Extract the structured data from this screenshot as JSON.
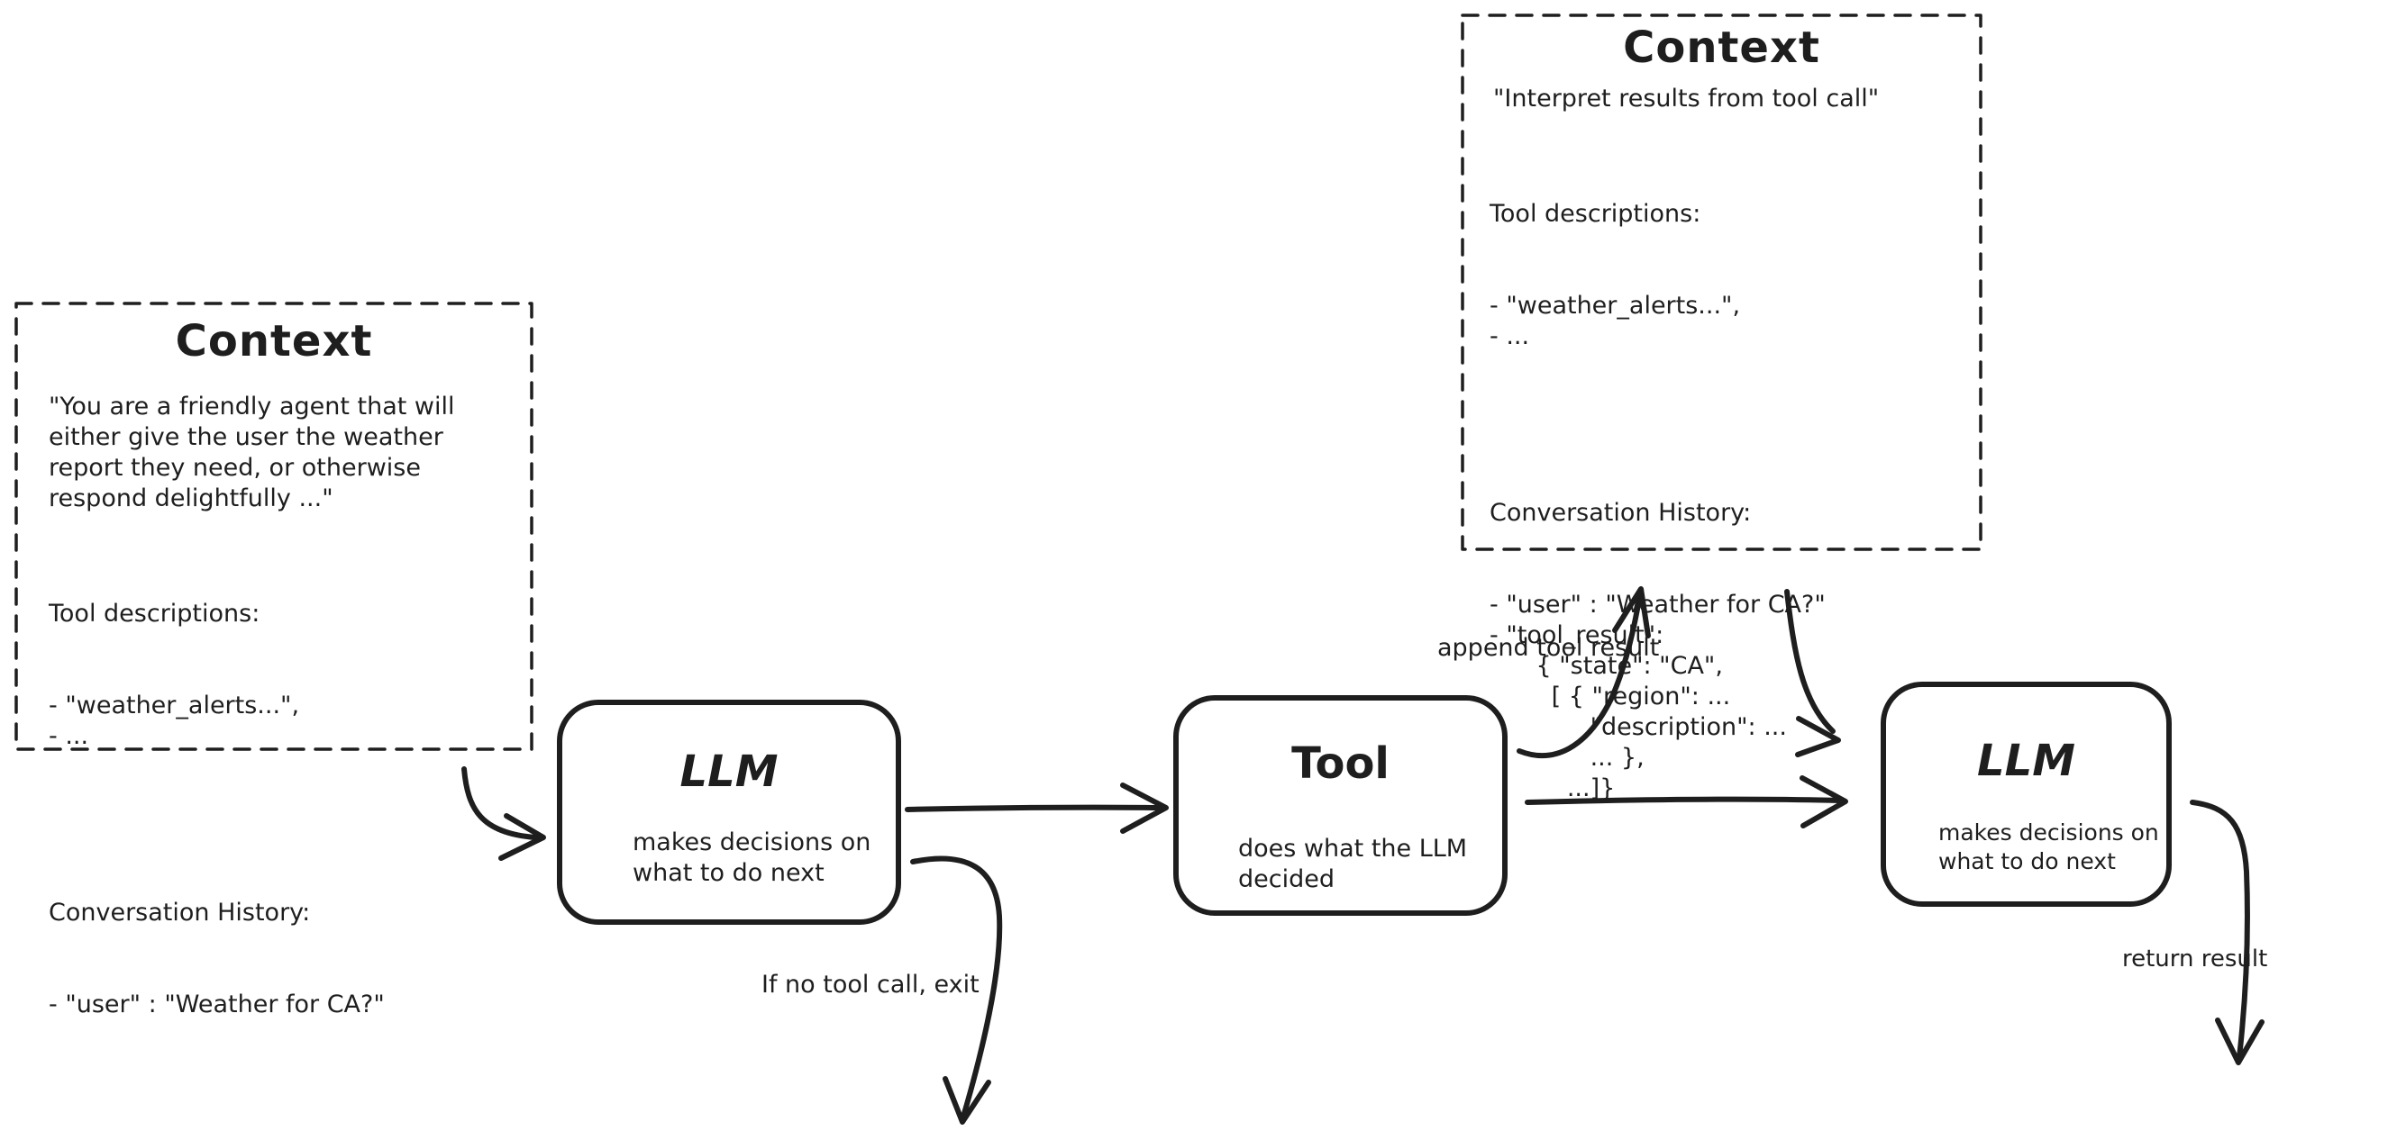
{
  "diagram": {
    "stroke_color": "#1e1e1e",
    "background": "#ffffff"
  },
  "context_left": {
    "title": "Context",
    "system_prompt": "\"You are a friendly agent that will\neither give the user the weather\nreport they need, or otherwise\nrespond delightfully ...\"",
    "tools_header": "Tool descriptions:",
    "tools_items": [
      "- \"weather_alerts...\",",
      "- ..."
    ],
    "history_header": "Conversation History:",
    "history_items": [
      "- \"user\" : \"Weather for CA?\""
    ]
  },
  "context_top": {
    "title": "Context",
    "instruction": "\"Interpret results from tool call\"",
    "tools_header": "Tool descriptions:",
    "tools_items": [
      "- \"weather_alerts...\",",
      "- ..."
    ],
    "history_header": "Conversation History:",
    "history_items": [
      "- \"user\" : \"Weather for CA?\"",
      "- \"tool_result\":",
      "      { \"state\": \"CA\",",
      "        [ { \"region\": ...",
      "             \"description\": ...",
      "             ... },",
      "          ...]}"
    ]
  },
  "nodes": {
    "llm1": {
      "title": "LLM",
      "subtitle": "makes decisions on\nwhat to do next"
    },
    "tool": {
      "title": "Tool",
      "subtitle": "does what the LLM\ndecided"
    },
    "llm2": {
      "title": "LLM",
      "subtitle": "makes decisions on\nwhat to do next"
    }
  },
  "edge_labels": {
    "append_tool_result": "append tool result",
    "no_tool_exit": "If no tool call, exit",
    "return_result": "return result"
  }
}
